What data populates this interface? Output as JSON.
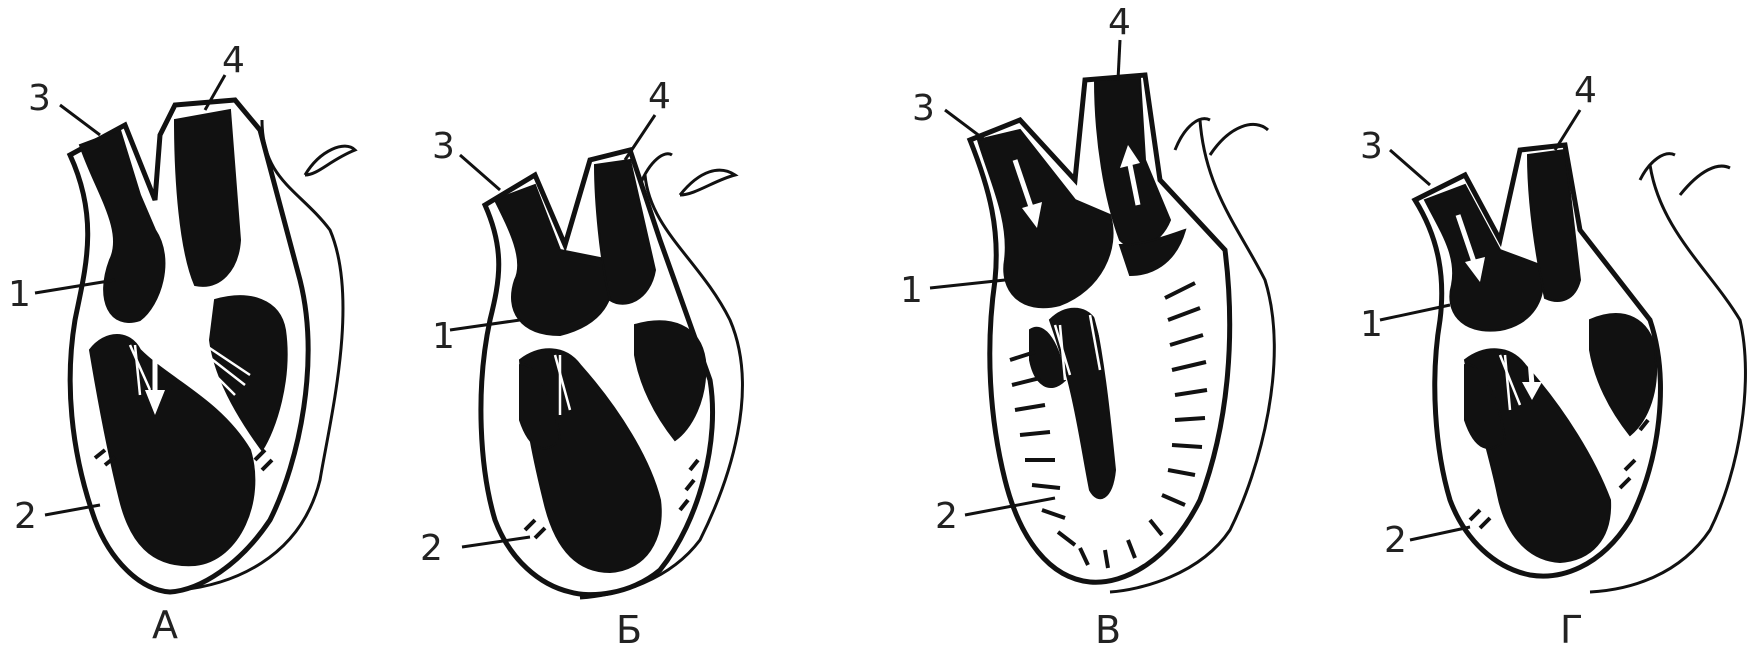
{
  "panels": [
    {
      "title": "А",
      "labels": {
        "n1": "1",
        "n2": "2",
        "n3": "3",
        "n4": "4"
      }
    },
    {
      "title": "Б",
      "labels": {
        "n1": "1",
        "n2": "2",
        "n3": "3",
        "n4": "4"
      }
    },
    {
      "title": "В",
      "labels": {
        "n1": "1",
        "n2": "2",
        "n3": "3",
        "n4": "4"
      }
    },
    {
      "title": "Г",
      "labels": {
        "n1": "1",
        "n2": "2",
        "n3": "3",
        "n4": "4"
      }
    }
  ]
}
